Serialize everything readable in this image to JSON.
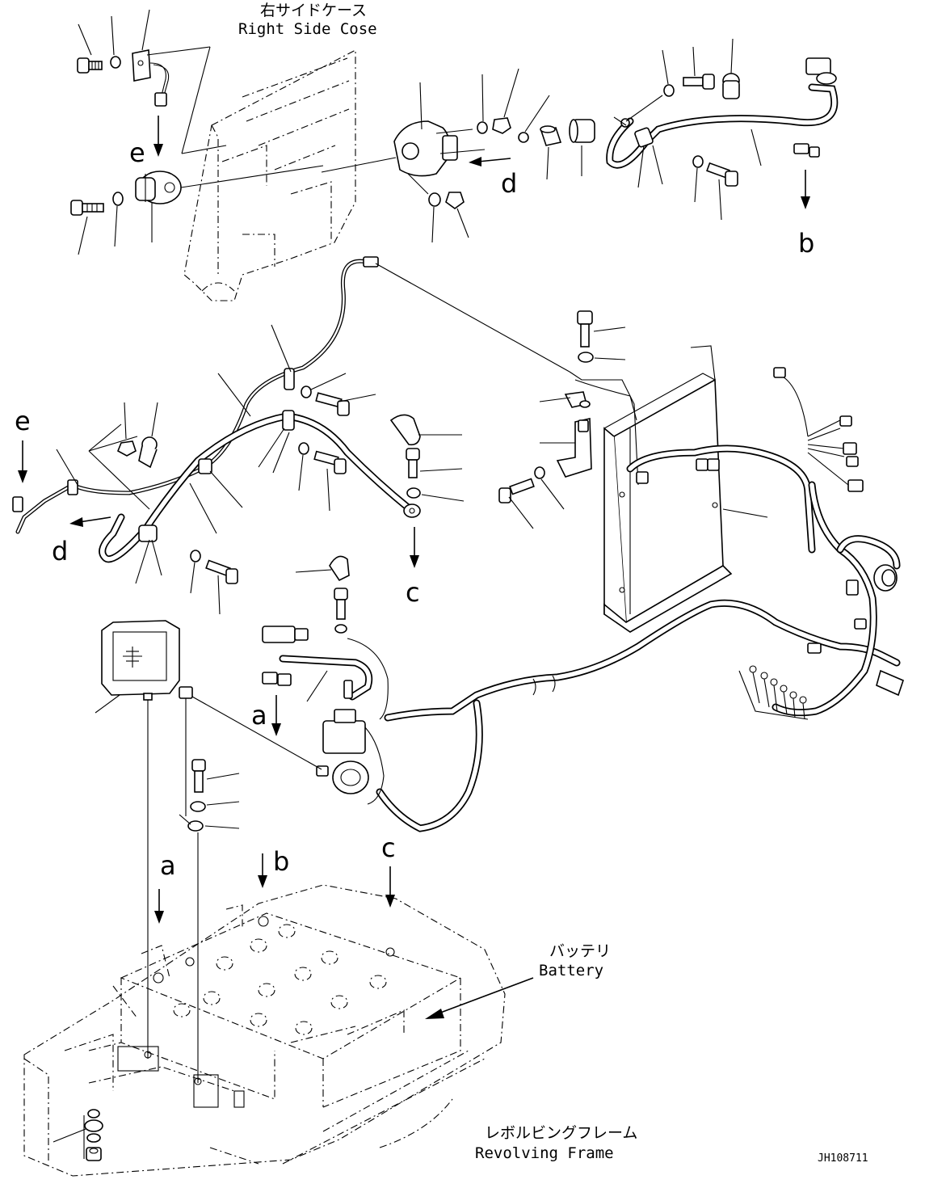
{
  "labels": {
    "right_side_case_jp": "右サイドケース",
    "right_side_case_en": "Right Side Cose",
    "battery_jp": "バッテリ",
    "battery_en": "Battery",
    "revolving_frame_jp": "レボルビングフレーム",
    "revolving_frame_en": "Revolving Frame",
    "drawing_number": "JH108711"
  },
  "callouts": {
    "e_top": "e",
    "d_top": "d",
    "b_top": "b",
    "e_left": "e",
    "d_left": "d",
    "c_mid": "c",
    "a_mid": "a",
    "a_low": "a",
    "b_low": "b",
    "c_low": "c"
  }
}
